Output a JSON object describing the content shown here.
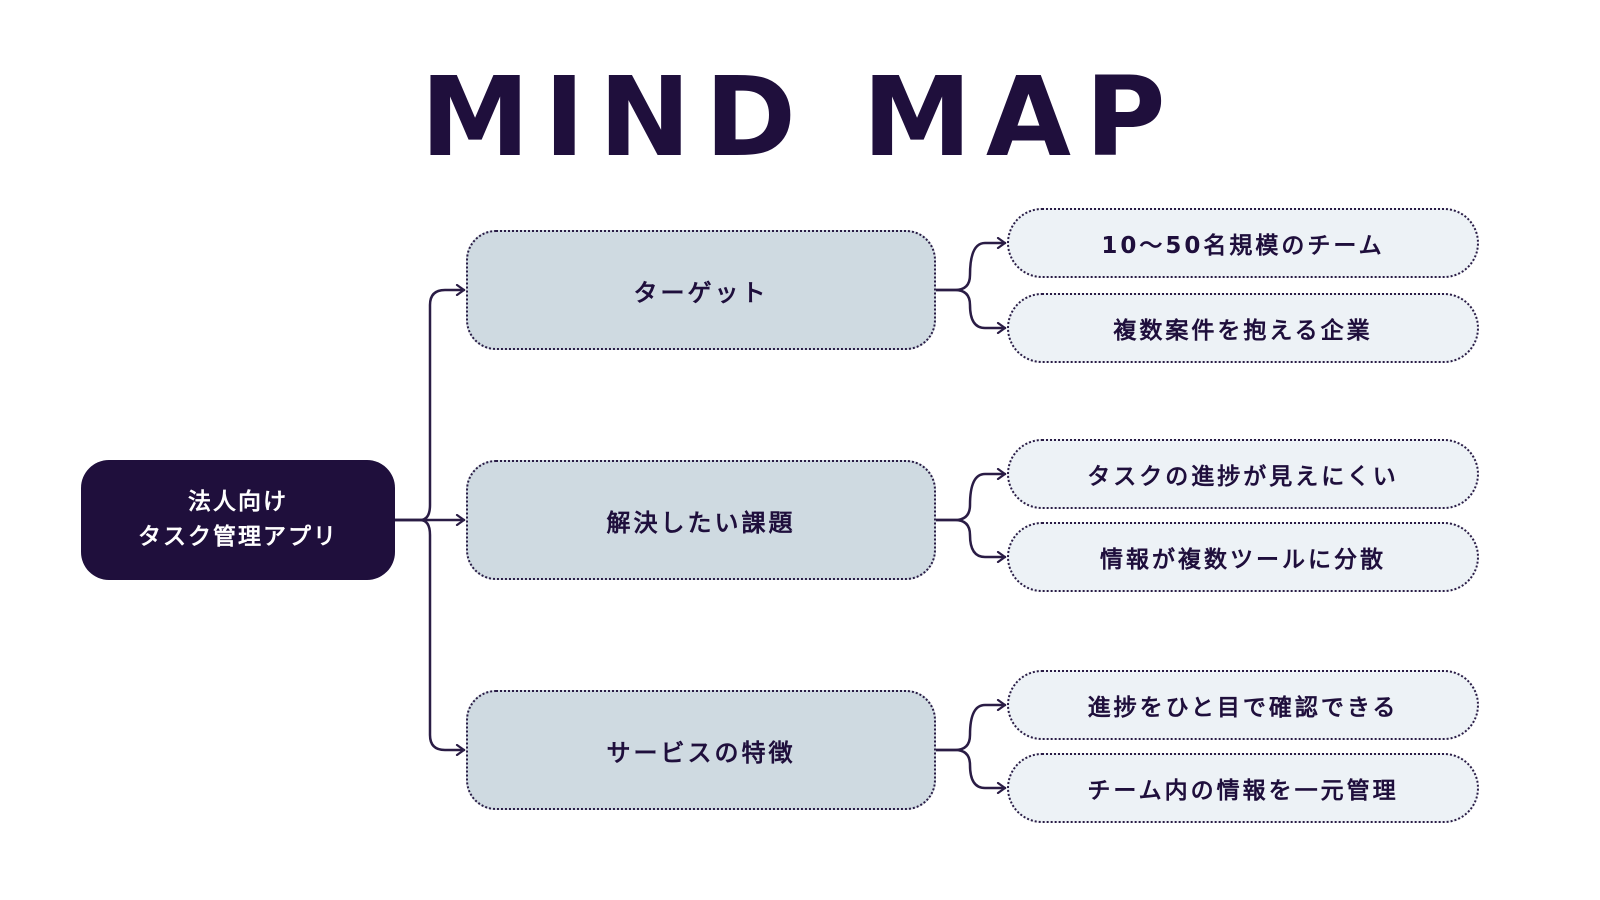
{
  "title": "MIND MAP",
  "root": {
    "line1": "法人向け",
    "line2": "タスク管理アプリ"
  },
  "branches": [
    {
      "label": "ターゲット",
      "children": [
        "10〜50名規模のチーム",
        "複数案件を抱える企業"
      ]
    },
    {
      "label": "解決したい課題",
      "children": [
        "タスクの進捗が見えにくい",
        "情報が複数ツールに分散"
      ]
    },
    {
      "label": "サービスの特徴",
      "children": [
        "進捗をひと目で確認できる",
        "チーム内の情報を一元管理"
      ]
    }
  ],
  "colors": {
    "root_fill": "#1f0f3c",
    "branch_fill": "#cfdae1",
    "leaf_fill": "#edf2f6",
    "line": "#2a1c45"
  }
}
